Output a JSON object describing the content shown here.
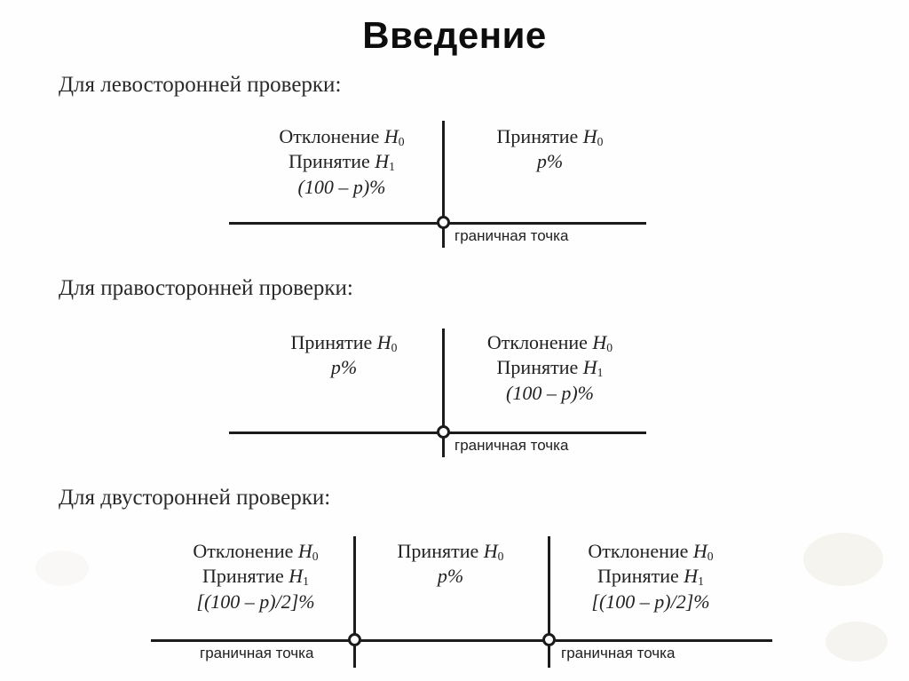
{
  "slide": {
    "title": "Введение",
    "background_color": "#fefefe",
    "ink_color": "#1c1c1c"
  },
  "sections": [
    {
      "id": "left-tailed",
      "heading": "Для левосторонней проверки:",
      "type": "one-sided-left",
      "regions": [
        {
          "id": "left-region",
          "line1_prefix": "Отклонение ",
          "line1_symbol": "H",
          "line1_subscript": "0",
          "line2_prefix": "Принятие ",
          "line2_symbol": "H",
          "line2_subscript": "1",
          "line3": "(100 – p)%"
        },
        {
          "id": "right-region",
          "line1_prefix": "Принятие ",
          "line1_symbol": "H",
          "line1_subscript": "0",
          "line2": "p%"
        }
      ],
      "boundary_points": [
        {
          "label": "граничная точка",
          "label_side": "right"
        }
      ]
    },
    {
      "id": "right-tailed",
      "heading": "Для правосторонней проверки:",
      "type": "one-sided-right",
      "regions": [
        {
          "id": "left-region",
          "line1_prefix": "Принятие ",
          "line1_symbol": "H",
          "line1_subscript": "0",
          "line2": "p%"
        },
        {
          "id": "right-region",
          "line1_prefix": "Отклонение ",
          "line1_symbol": "H",
          "line1_subscript": "0",
          "line2_prefix": "Принятие ",
          "line2_symbol": "H",
          "line2_subscript": "1",
          "line3": "(100 – p)%"
        }
      ],
      "boundary_points": [
        {
          "label": "граничная точка",
          "label_side": "right"
        }
      ]
    },
    {
      "id": "two-tailed",
      "heading": "Для двусторонней проверки:",
      "type": "two-sided",
      "regions": [
        {
          "id": "left-region",
          "line1_prefix": "Отклонение ",
          "line1_symbol": "H",
          "line1_subscript": "0",
          "line2_prefix": "Принятие ",
          "line2_symbol": "H",
          "line2_subscript": "1",
          "line3": "[(100 – p)/2]%"
        },
        {
          "id": "middle-region",
          "line1_prefix": "Принятие ",
          "line1_symbol": "H",
          "line1_subscript": "0",
          "line2": "p%"
        },
        {
          "id": "right-region",
          "line1_prefix": "Отклонение ",
          "line1_symbol": "H",
          "line1_subscript": "0",
          "line2_prefix": "Принятие ",
          "line2_symbol": "H",
          "line2_subscript": "1",
          "line3": "[(100 – p)/2]%"
        }
      ],
      "boundary_points": [
        {
          "label": "граничная точка",
          "label_side": "left"
        },
        {
          "label": "граничная точка",
          "label_side": "right"
        }
      ]
    }
  ]
}
